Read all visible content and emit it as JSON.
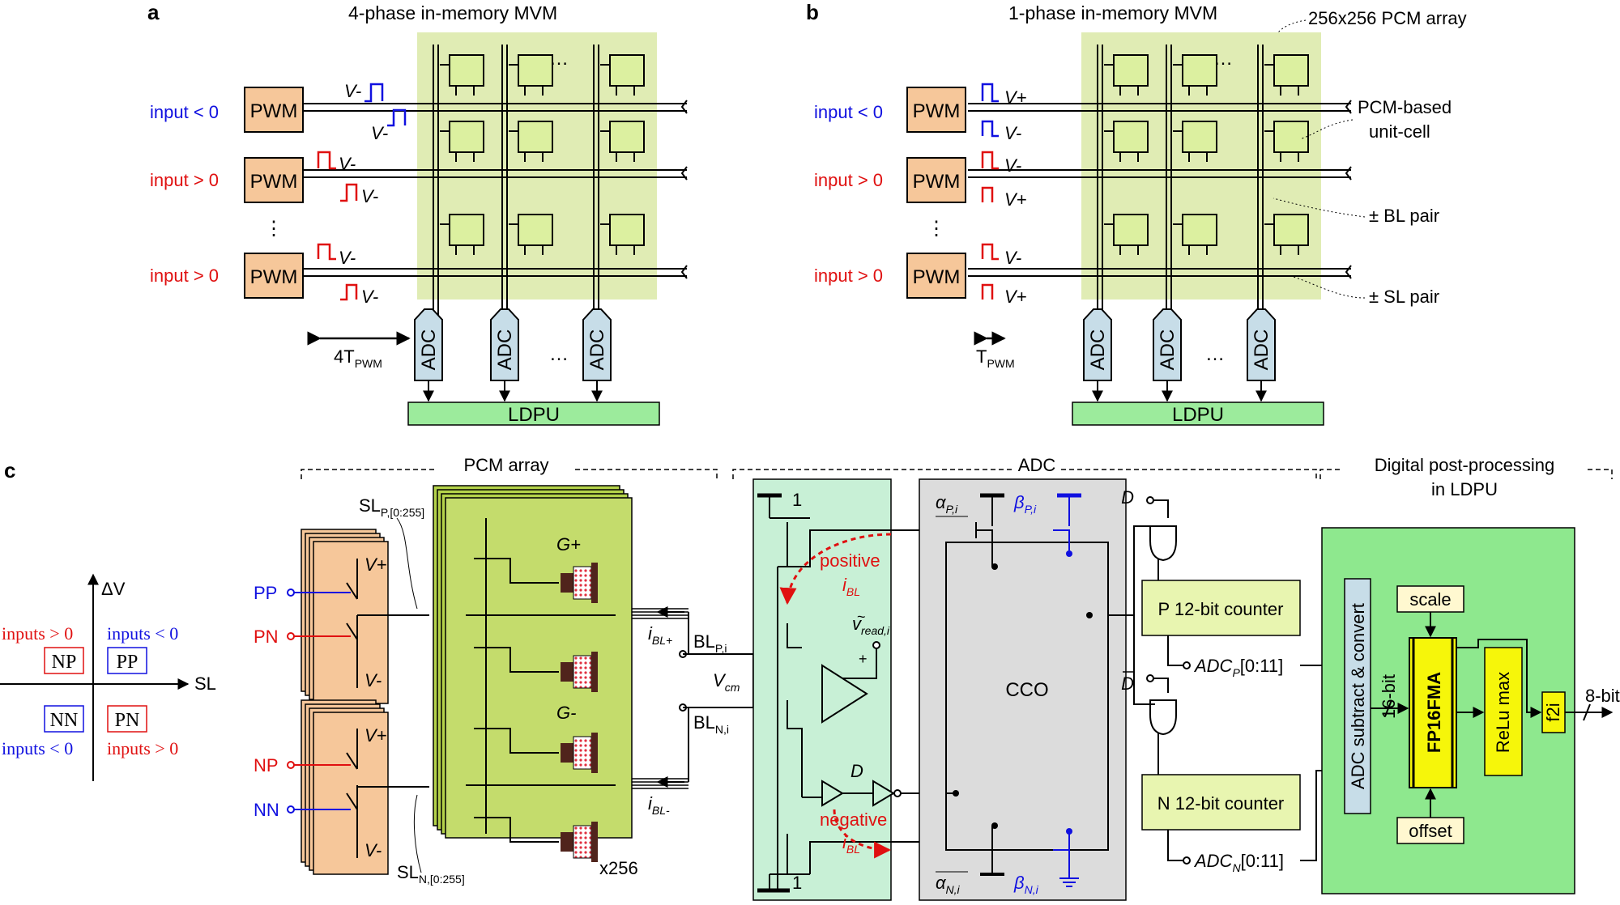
{
  "panel_a": {
    "letter": "a",
    "title": "4-phase in-memory MVM",
    "inputs": [
      "input < 0",
      "input > 0",
      "input > 0"
    ],
    "pwm_label": "PWM",
    "vminus": "V-",
    "adc_label": "ADC",
    "ldpu_label": "LDPU",
    "timing": "4T",
    "timing_sub": "PWM",
    "ellipsis": "…",
    "vdots": "⋮"
  },
  "panel_b": {
    "letter": "b",
    "title": "1-phase in-memory MVM",
    "inputs": [
      "input < 0",
      "input > 0",
      "input > 0"
    ],
    "pwm_label": "PWM",
    "vplus": "V+",
    "vminus": "V-",
    "adc_label": "ADC",
    "ldpu_label": "LDPU",
    "timing": "T",
    "timing_sub": "PWM",
    "callout_array": "256x256 PCM array",
    "callout_cell_1": "PCM-based",
    "callout_cell_2": "unit-cell",
    "callout_bl": "± BL pair",
    "callout_sl": "± SL pair"
  },
  "panel_c": {
    "letter": "c",
    "section_pcm": "PCM array",
    "section_adc": "ADC",
    "section_digital_1": "Digital post-processing",
    "section_digital_2": "in LDPU",
    "quadrant": {
      "y_axis": "ΔV",
      "x_axis": "SL",
      "np_top": "inputs > 0",
      "pp_top": "inputs < 0",
      "nn_bottom": "inputs < 0",
      "pn_bottom": "inputs > 0",
      "np": "NP",
      "pp": "PP",
      "nn": "NN",
      "pn": "PN"
    },
    "switch_inputs": [
      "PP",
      "PN",
      "NP",
      "NN"
    ],
    "vplus": "V+",
    "vminus": "V-",
    "sl_p": "SL",
    "sl_p_sub": "P,[0:255]",
    "sl_n": "SL",
    "sl_n_sub": "N,[0:255]",
    "g_plus": "G+",
    "g_minus": "G-",
    "x256": "x256",
    "i_bl_plus": "i",
    "i_bl_plus_sub": "BL+",
    "i_bl_minus": "i",
    "i_bl_minus_sub": "BL-",
    "bl_p": "BL",
    "bl_p_sub": "P,i",
    "bl_n": "BL",
    "bl_n_sub": "N,i",
    "vcm": "V",
    "vcm_sub": "cm",
    "positive": "positive",
    "positive_i": "i",
    "positive_i_sub": "BL",
    "negative": "negative",
    "negative_i": "i",
    "negative_i_sub": "BL",
    "vread": "v",
    "vread_sub": "read,i",
    "d_label": "D",
    "one": "1",
    "alpha_p": "α",
    "alpha_p_sub": "P,i",
    "beta_p": "β",
    "beta_p_sub": "P,i",
    "alpha_n": "α",
    "alpha_n_sub": "N,i",
    "beta_n": "β",
    "beta_n_sub": "N,i",
    "cco": "CCO",
    "d_in": "D",
    "dbar_in": "D",
    "p_counter": "P 12-bit counter",
    "n_counter": "N 12-bit counter",
    "adc_p": "ADC",
    "adc_p_sub": "P",
    "adc_p_bits": "[0:11]",
    "adc_n": "ADC",
    "adc_n_sub": "N",
    "adc_n_bits": "[0:11]",
    "subtract": "ADC subtract & convert",
    "bits16": "16-bit",
    "fma": "FP16FMA",
    "relu": "ReLu max",
    "f2i": "f2i",
    "scale": "scale",
    "offset": "offset",
    "bits8": "8-bit"
  },
  "colors": {
    "array_bg": "#e0ecb4",
    "cell": "#dcf0a0",
    "pwm": "#f6c79a",
    "adc": "#c7dde8",
    "ldpu": "#9ceb9c",
    "adc_green": "#c8f0d6",
    "adc_gray": "#dcdcdc",
    "lpdu_bg": "#8ee88e",
    "yellow": "#f6f60a",
    "blue": "#1010e0",
    "red": "#e01010"
  }
}
